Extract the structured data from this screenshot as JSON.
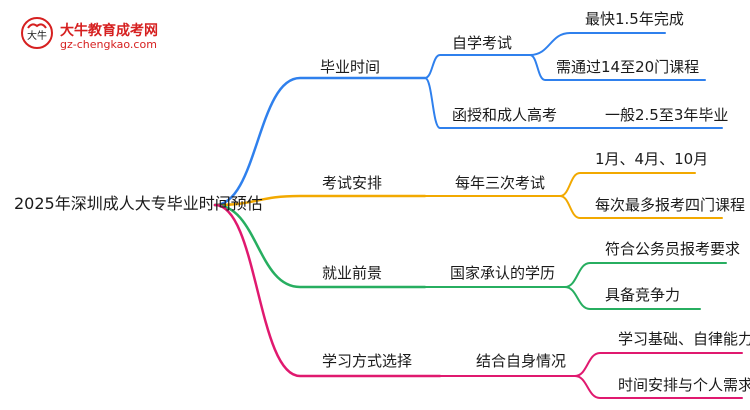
{
  "logo": {
    "title": "大牛教育成考网",
    "url": "gz-chengkao.com",
    "mark_text": "大牛"
  },
  "colors": {
    "blue": "#2f80ed",
    "orange": "#f2a900",
    "green": "#27ae60",
    "pink": "#e0196f"
  },
  "root": "2025年深圳成人大专毕业时间预估",
  "branches": [
    {
      "label": "毕业时间",
      "children": [
        {
          "label": "自学考试",
          "leaves": [
            "最快1.5年完成",
            "需通过14至20门课程"
          ]
        },
        {
          "label": "函授和成人高考",
          "leaves": [
            "一般2.5至3年毕业"
          ]
        }
      ]
    },
    {
      "label": "考试安排",
      "children": [
        {
          "label": "每年三次考试",
          "leaves": [
            "1月、4月、10月",
            "每次最多报考四门课程"
          ]
        }
      ]
    },
    {
      "label": "就业前景",
      "children": [
        {
          "label": "国家承认的学历",
          "leaves": [
            "符合公务员报考要求",
            "具备竞争力"
          ]
        }
      ]
    },
    {
      "label": "学习方式选择",
      "children": [
        {
          "label": "结合自身情况",
          "leaves": [
            "学习基础、自律能力",
            "时间安排与个人需求"
          ]
        }
      ]
    }
  ]
}
